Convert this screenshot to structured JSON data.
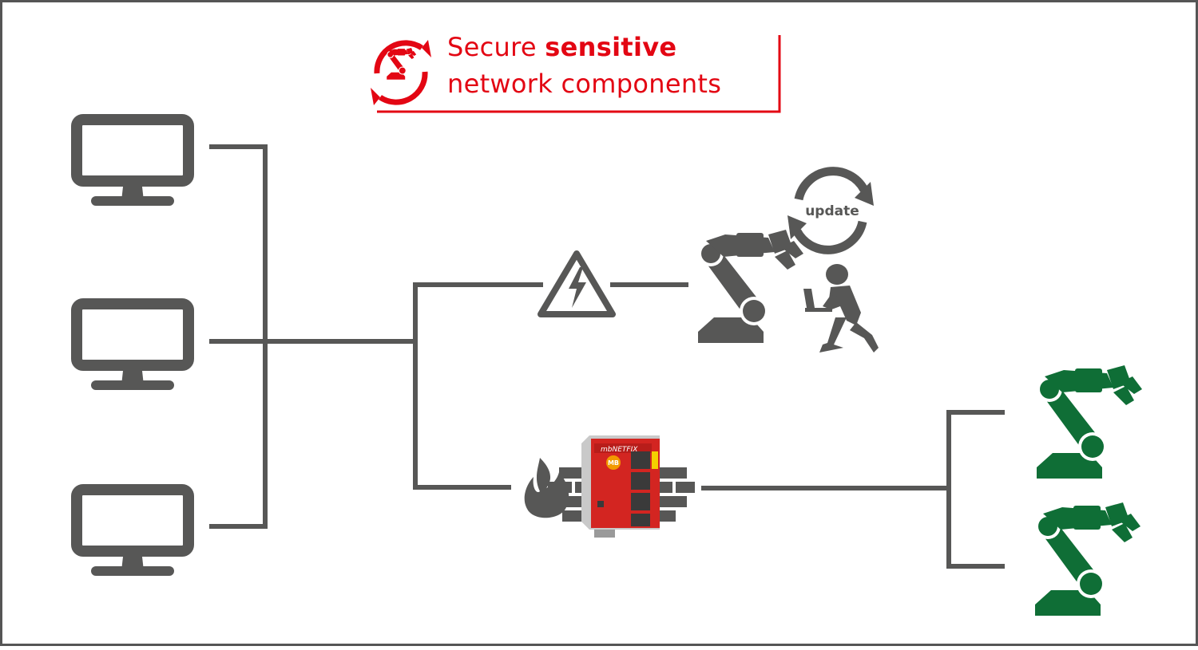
{
  "title": {
    "line1_regular": "Secure ",
    "line1_bold": "sensitive",
    "line2": "network components"
  },
  "update_label": "update",
  "router": {
    "brand": "mbNETFIX",
    "logo": "MB"
  },
  "icons": {
    "title": "robot-arm-refresh-icon",
    "computers": [
      "monitor-icon",
      "monitor-icon",
      "monitor-icon"
    ],
    "warning": "high-voltage-warning-icon",
    "robot_unprotected": "robot-arm-icon",
    "update": "update-cycle-icon",
    "attacker": "kneeling-person-laptop-icon",
    "firewall": "firewall-icon",
    "router": "router-device-icon",
    "robots_protected": [
      "robot-arm-icon",
      "robot-arm-icon"
    ]
  },
  "colors": {
    "accent_red": "#e30613",
    "gray": "#575756",
    "green": "#0f6e36",
    "frame": "#555555"
  }
}
